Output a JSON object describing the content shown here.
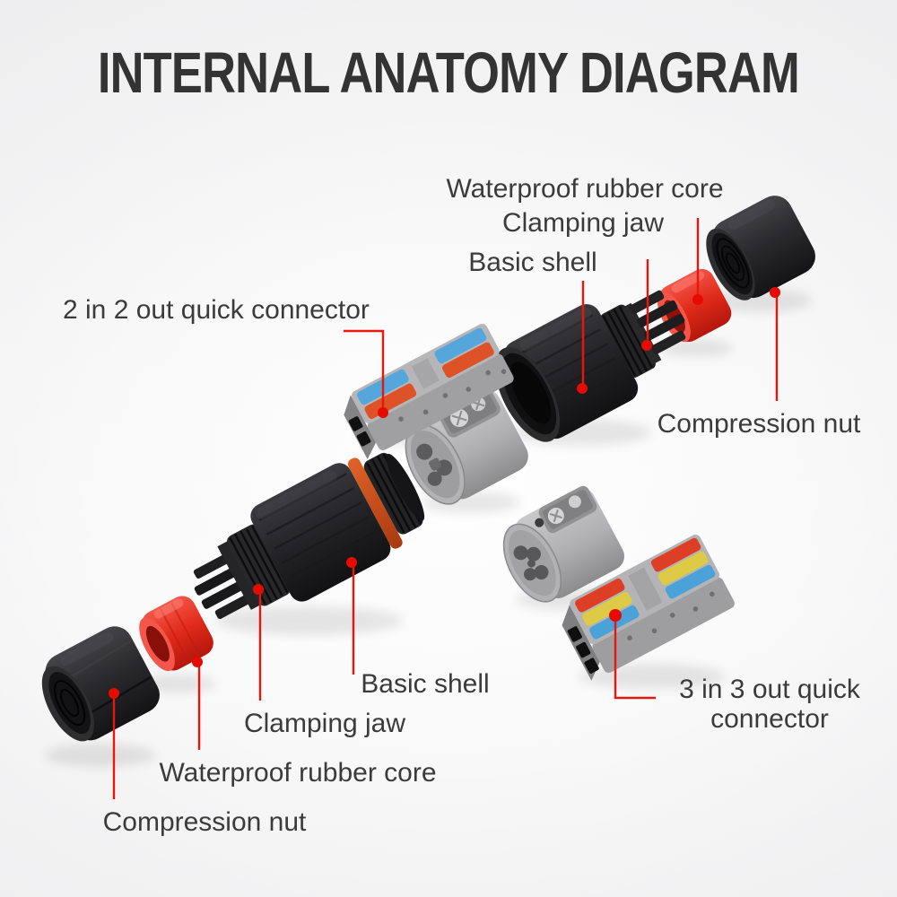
{
  "title": "INTERNAL ANATOMY DIAGRAM",
  "labels": {
    "top": {
      "rubber_core": "Waterproof rubber core",
      "clamping_jaw": "Clamping jaw",
      "basic_shell": "Basic shell",
      "quick_connector": "2 in 2 out quick connector",
      "compression_nut": "Compression nut"
    },
    "bottom": {
      "basic_shell": "Basic shell",
      "clamping_jaw": "Clamping jaw",
      "rubber_core": "Waterproof rubber core",
      "compression_nut": "Compression nut",
      "quick_connector_line1": "3 in 3 out quick",
      "quick_connector_line2": "connector"
    }
  },
  "parts_depicted": {
    "top_assembly": [
      "2-in-2-out-quick-connector",
      "terminal-holder",
      "basic-shell",
      "clamping-jaw",
      "waterproof-rubber-core",
      "compression-nut"
    ],
    "bottom_assembly": [
      "compression-nut",
      "waterproof-rubber-core",
      "clamping-jaw",
      "basic-shell",
      "terminal-holder",
      "3-in-3-out-quick-connector"
    ]
  },
  "colors": {
    "background": "#f2f2f3",
    "title_text": "#333333",
    "label_text": "#3b3b3b",
    "leader_red": "#e8170b",
    "part_black": "#29292b",
    "part_grey": "#ababad",
    "rubber_red": "#e53322",
    "lever_blue": "#4fa3d9",
    "lever_orange": "#df5429",
    "lever_red": "#dd3f26",
    "lever_yellow": "#ddca45",
    "seal_ring_orange": "#cf5320"
  }
}
